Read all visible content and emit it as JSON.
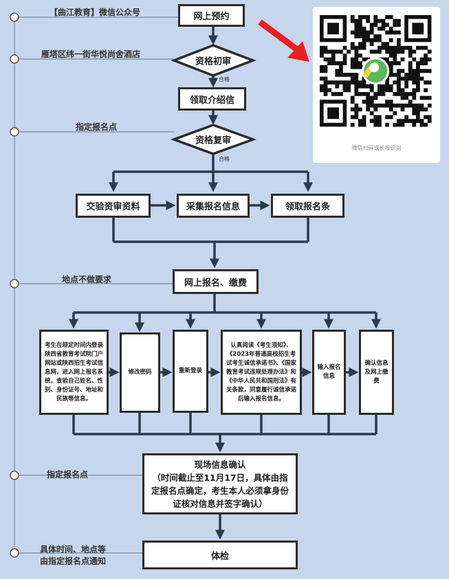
{
  "timeline_labels": {
    "step1": "【曲江教育】微信公众号",
    "step2": "雁塔区纬一街华悦尚舍酒店",
    "step3": "指定报名点",
    "step4": "地点不做要求",
    "step5": "指定报名点",
    "step6_line1": "具体时间、地点等",
    "step6_line2": "由指定报名点通知"
  },
  "flow": {
    "online_reservation": "网上预约",
    "initial_review": "资格初审",
    "pass1": "合格",
    "get_letter": "领取介绍信",
    "second_review": "资格复审",
    "pass2": "合格",
    "submit_materials": "交验资审资料",
    "collect_info": "采集报名信息",
    "get_slip": "领取报名条",
    "online_register_pay": "网上报名、缴费",
    "sub_steps": [
      "考生在规定时间内登录陕西省教育考试院门户网站或陕西招生考试信息网，进入网上报名系统，查验自己姓名、性别、身份证号、地址和民族等信息。",
      "修改密码",
      "重新登录",
      "认真阅读《考生须知》、《2023年普通高校招生考试考生诚信承诺书》、《国家教育考试违规处理办法》和《中华人民共和国刑法》有关条款，同意履行诚信承诺后输入报名信息。",
      "输入报名信息",
      "确认信息及网上缴费"
    ],
    "onsite_confirm_title": "现场信息确认",
    "onsite_confirm_detail": "（时间截止至11月17日，具体由指定报名点确定，考生本人必须拿身份证核对信息并签字确认）",
    "physical_exam": "体检"
  },
  "qr": {
    "caption": "微信扫码或长按识别",
    "logo_icon": "hand-wave-icon"
  },
  "colors": {
    "background": "#c6d6ec",
    "arrow": "#e8201f",
    "logo": "#5cb85c"
  }
}
